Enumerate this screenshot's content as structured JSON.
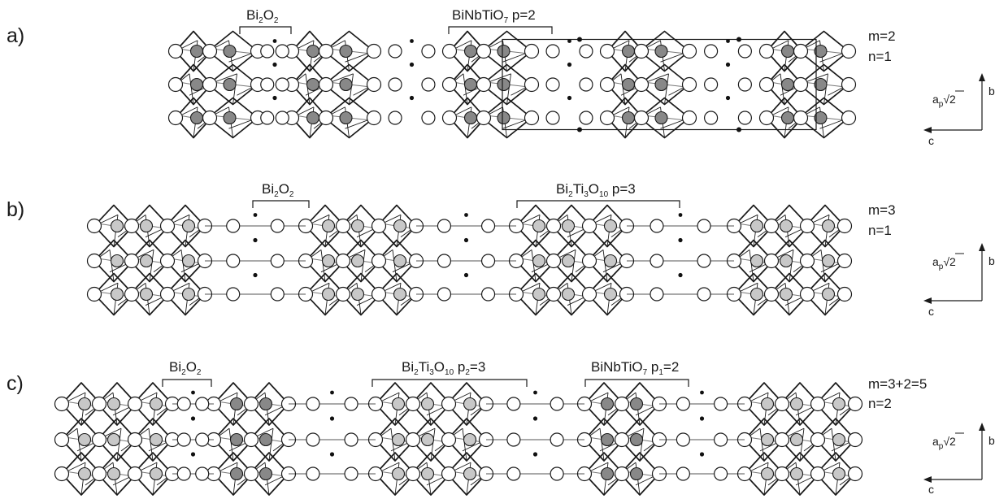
{
  "panels": [
    {
      "id": "a",
      "letter": "a)",
      "bi2o2": {
        "main": "Bi",
        "s1": "2",
        "mid": "O",
        "s2": "2"
      },
      "blocks": [
        {
          "main": "BiNbTiO",
          "sub": "7",
          "tail": " p=2"
        }
      ],
      "m_label": "m=2",
      "n_label": "n=1",
      "axis": {
        "ap": "a",
        "ap_sub": "p",
        "root_num": "2",
        "b": "b",
        "c": "c"
      }
    },
    {
      "id": "b",
      "letter": "b)",
      "bi2o2": {
        "main": "Bi",
        "s1": "2",
        "mid": "O",
        "s2": "2"
      },
      "blocks": [
        {
          "main": "Bi",
          "s1": "2",
          "mid": "Ti",
          "s2": "3",
          "mid2": "O",
          "s3": "10",
          "tail": " p=3"
        }
      ],
      "m_label": "m=3",
      "n_label": "n=1",
      "axis": {
        "ap": "a",
        "ap_sub": "p",
        "root_num": "2",
        "b": "b",
        "c": "c"
      }
    },
    {
      "id": "c",
      "letter": "c)",
      "bi2o2": {
        "main": "Bi",
        "s1": "2",
        "mid": "O",
        "s2": "2"
      },
      "blocks": [
        {
          "main": "Bi",
          "s1": "2",
          "mid": "Ti",
          "s2": "3",
          "mid2": "O",
          "s3": "10",
          "tail": " p",
          "tail_sub": "2",
          "tail2": "=3"
        },
        {
          "main": "BiNbTiO",
          "sub": "7",
          "tail": " p",
          "tail_sub": "1",
          "tail2": "=2"
        }
      ],
      "m_label": "m=3+2=5",
      "n_label": "n=2",
      "axis": {
        "ap": "a",
        "ap_sub": "p",
        "root_num": "2",
        "b": "b",
        "c": "c"
      }
    }
  ],
  "structures": {
    "a": {
      "blocks": [
        2,
        2,
        2,
        2,
        2
      ],
      "dark_centres": true,
      "unit_cell": true,
      "connect_lines": false
    },
    "b": {
      "blocks": [
        3,
        3,
        3,
        3
      ],
      "dark_centres": false,
      "unit_cell": false,
      "connect_lines": true
    },
    "c": {
      "blocks": [
        3,
        2,
        3,
        2,
        3
      ],
      "dark_centres": false,
      "unit_cell": false,
      "connect_lines": true
    }
  },
  "colors": {
    "ink": "#1a1a1a",
    "grey_atom": "#c8c8c8",
    "dark_atom": "#888888",
    "white_atom": "#ffffff"
  }
}
